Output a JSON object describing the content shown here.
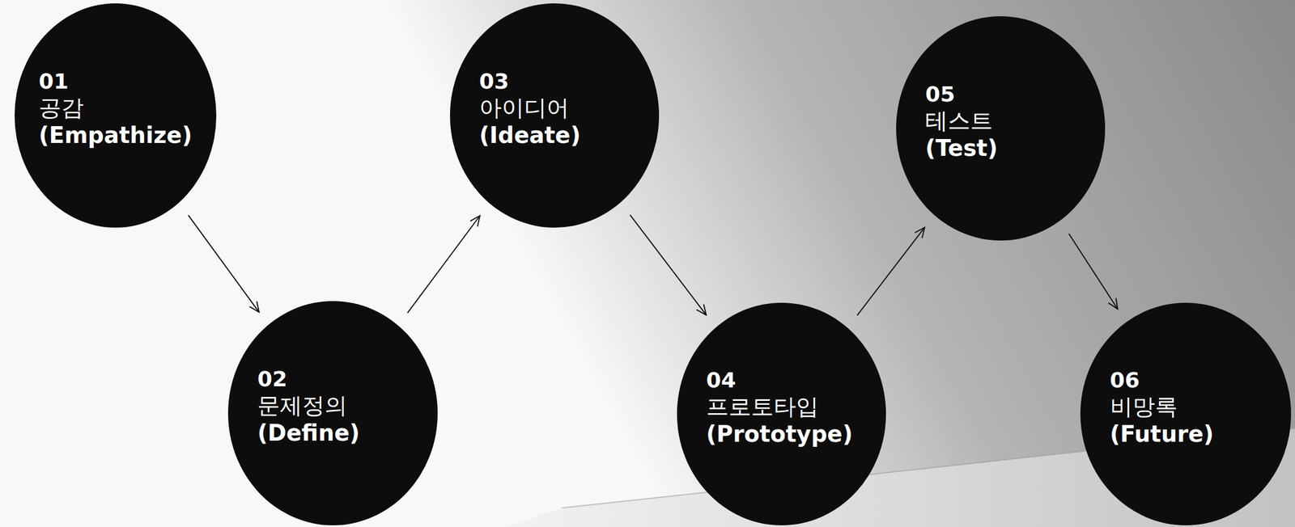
{
  "diagram": {
    "nodes": [
      {
        "text": [
          "01",
          "공감",
          "(Empathize)"
        ]
      },
      {
        "text": [
          "02",
          "문제정의",
          "(Define)"
        ]
      },
      {
        "text": [
          "03",
          "아이디어",
          "(Ideate)"
        ]
      },
      {
        "text": [
          "04",
          "프로토타입",
          "(Prototype)"
        ]
      },
      {
        "text": [
          "05",
          "테스트",
          "(Test)"
        ]
      },
      {
        "text": [
          "06",
          "비망록",
          "(Future)"
        ]
      }
    ],
    "edges": [
      {
        "from": 0,
        "to": 1,
        "arrow": "to"
      },
      {
        "from": 1,
        "to": 2,
        "arrow": "to"
      },
      {
        "from": 2,
        "to": 3,
        "arrow": "to"
      },
      {
        "from": 3,
        "to": 4,
        "arrow": "to"
      },
      {
        "from": 4,
        "to": 5,
        "arrow": "to"
      }
    ]
  }
}
